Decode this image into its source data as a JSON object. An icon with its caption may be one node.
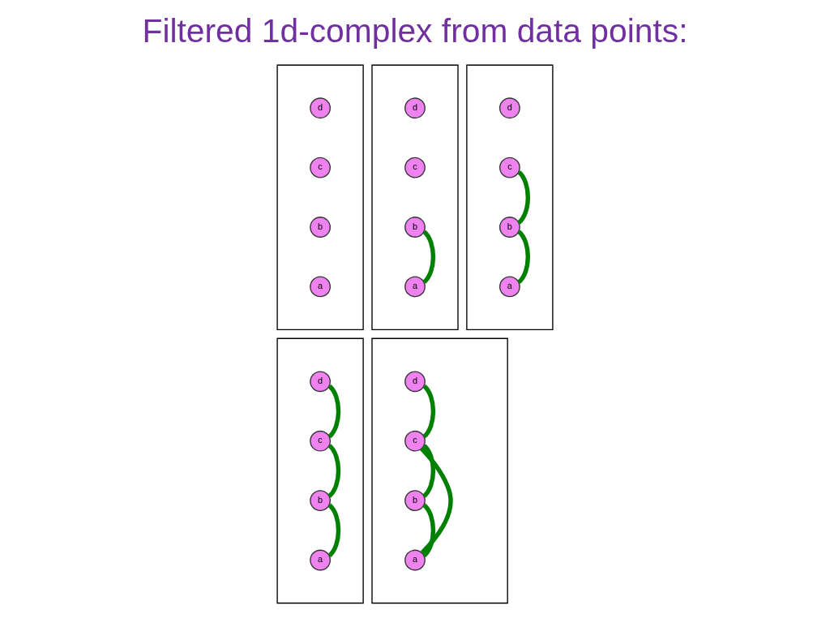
{
  "diagram": {
    "title": "Filtered 1d-complex from data points:",
    "nodes": [
      {
        "text": [],
        "shape": "box"
      },
      {
        "text": [
          "d"
        ],
        "in": 0
      },
      {
        "text": [
          "c"
        ],
        "in": 0
      },
      {
        "text": [
          "b"
        ],
        "in": 0
      },
      {
        "text": [
          "a"
        ],
        "in": 0
      },
      {
        "text": [],
        "shape": "box"
      },
      {
        "text": [
          "d"
        ],
        "in": 5
      },
      {
        "text": [
          "c"
        ],
        "in": 5
      },
      {
        "text": [
          "b"
        ],
        "in": 5
      },
      {
        "text": [
          "a"
        ],
        "in": 5
      },
      {
        "text": [],
        "shape": "box"
      },
      {
        "text": [
          "d"
        ],
        "in": 10
      },
      {
        "text": [
          "c"
        ],
        "in": 10
      },
      {
        "text": [
          "b"
        ],
        "in": 10
      },
      {
        "text": [
          "a"
        ],
        "in": 10
      },
      {
        "text": [],
        "shape": "box"
      },
      {
        "text": [
          "d"
        ],
        "in": 15
      },
      {
        "text": [
          "c"
        ],
        "in": 15
      },
      {
        "text": [
          "b"
        ],
        "in": 15
      },
      {
        "text": [
          "a"
        ],
        "in": 15
      },
      {
        "text": [],
        "shape": "box"
      },
      {
        "text": [
          "d"
        ],
        "in": 20
      },
      {
        "text": [
          "c"
        ],
        "in": 20
      },
      {
        "text": [
          "b"
        ],
        "in": 20
      },
      {
        "text": [
          "a"
        ],
        "in": 20
      }
    ],
    "edges": [
      {
        "from": 8,
        "to": 9,
        "arrow": "none"
      },
      {
        "from": 12,
        "to": 13,
        "arrow": "none"
      },
      {
        "from": 13,
        "to": 14,
        "arrow": "none"
      },
      {
        "from": 16,
        "to": 17,
        "arrow": "none"
      },
      {
        "from": 17,
        "to": 18,
        "arrow": "none"
      },
      {
        "from": 18,
        "to": 19,
        "arrow": "none"
      },
      {
        "from": 21,
        "to": 22,
        "arrow": "none"
      },
      {
        "from": 22,
        "to": 23,
        "arrow": "none"
      },
      {
        "from": 22,
        "to": 24,
        "arrow": "none"
      },
      {
        "from": 23,
        "to": 24,
        "arrow": "none"
      }
    ]
  }
}
